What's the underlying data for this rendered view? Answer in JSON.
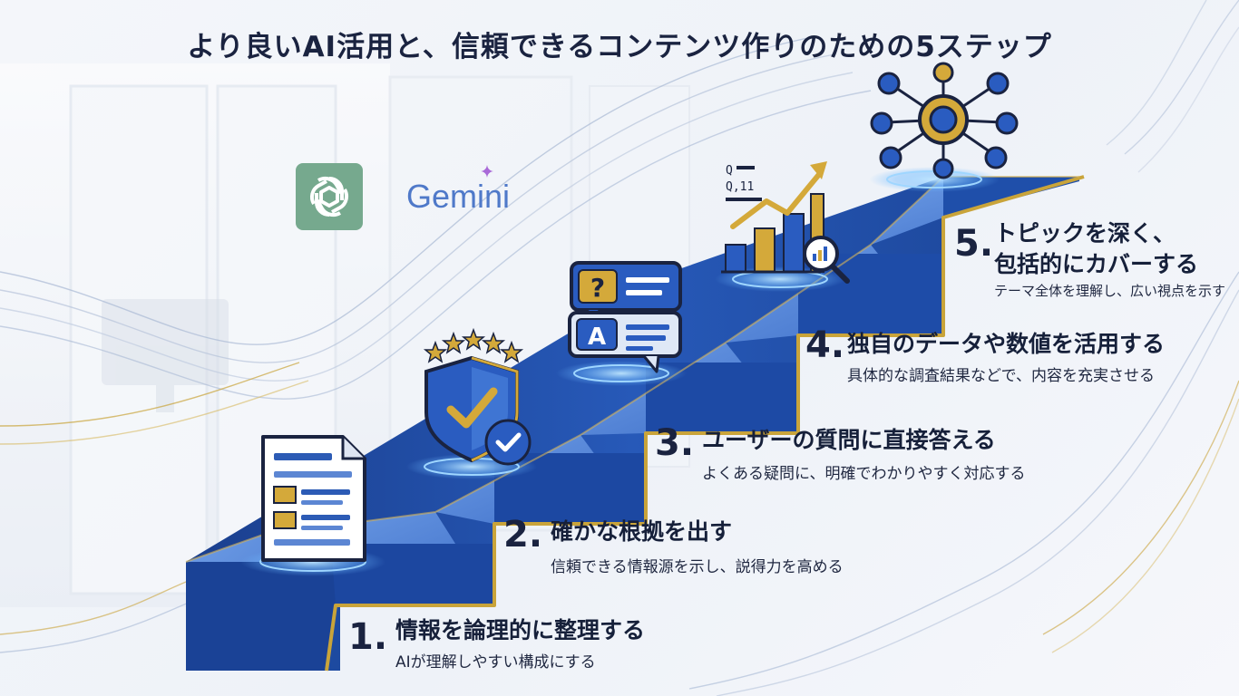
{
  "title": "より良いAI活用と、信頼できるコンテンツ作りのための5ステップ",
  "brands": {
    "gemini": "Gemini",
    "chatgpt_icon": "chatgpt-logo-icon"
  },
  "steps": [
    {
      "number": "1.",
      "heading": "情報を論理的に整理する",
      "description": "AIが理解しやすい構成にする",
      "icon": "document-icon"
    },
    {
      "number": "2.",
      "heading": "確かな根拠を出す",
      "description": "信頼できる情報源を示し、説得力を高める",
      "icon": "shield-check-icon"
    },
    {
      "number": "3.",
      "heading": "ユーザーの質問に直接答える",
      "description": "よくある疑問に、明確でわかりやすく対応する",
      "icon": "qa-bubbles-icon"
    },
    {
      "number": "4.",
      "heading": "独自のデータや数値を活用する",
      "description": "具体的な調査結果などで、内容を充実させる",
      "icon": "bar-chart-icon"
    },
    {
      "number": "5.",
      "heading_lines": [
        "トピックを深く、",
        "包括的にカバーする"
      ],
      "description": "テーマ全体を理解し、広い視点を示す",
      "icon": "network-hub-icon"
    }
  ],
  "colors": {
    "stair_blue": "#1f4fa8",
    "stair_top": "#5d8fe0",
    "gold": "#c9a43a",
    "navy": "#1a2340",
    "glow": "#7fc3ff"
  }
}
